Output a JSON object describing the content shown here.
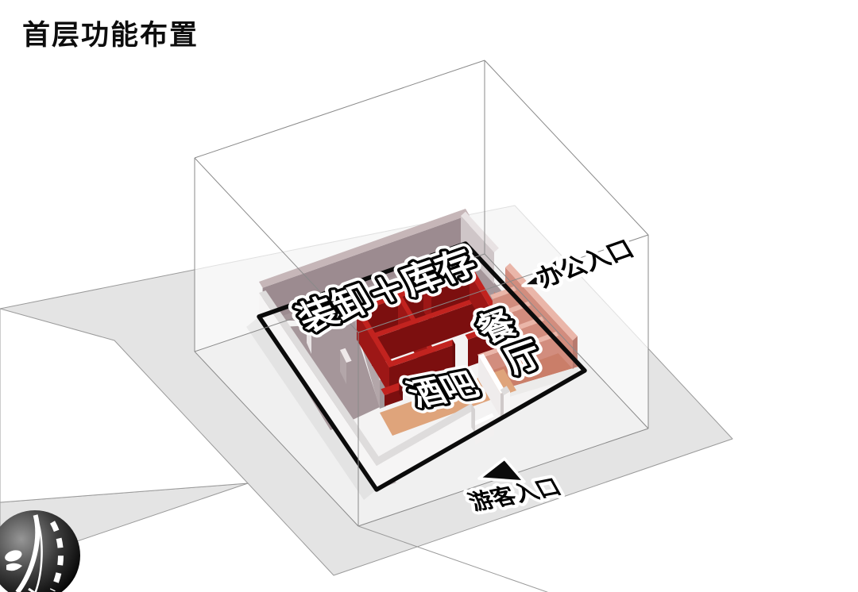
{
  "title": "首层功能布置",
  "zones": {
    "loading": {
      "label": "装卸＋库存"
    },
    "bar": {
      "label": "酒吧"
    },
    "dining": {
      "label": "餐厅"
    }
  },
  "entrances": {
    "office": {
      "label": "办公入口"
    },
    "visitor": {
      "label": "游客入口"
    }
  },
  "logo": {
    "name": "ink-sphere-logo"
  },
  "colors": {
    "site": "#e4e4e4",
    "site_line": "#9a9a9a",
    "box_veil": "rgba(255,255,255,0.45)",
    "box_line": "#8a8a8a",
    "outline": "#0b0b0b",
    "floor_white": "#f4f3f3",
    "loading_floor": "#a5969a",
    "loading_wall": "#9c8b90",
    "loading_wall_top": "#c6b6b8",
    "gray_strip": "#b7adaf",
    "ne_gray": "#cfc6c8",
    "ne_gray_top": "#e8e2e3",
    "white_wall": "#f6f5f5",
    "white_wall_top": "#dedcdc",
    "interior_wall": "#b3a6a9",
    "interior_wall_top": "#efe9ea",
    "core_top": "#c2231f",
    "core_dark": "#7c0f0f",
    "core_mid": "#9d1716",
    "core_cap": "#6a0c0c",
    "bar_floor": "#dfa47b",
    "dining_floor": "#ca7e69",
    "dining_wall": "#d28d7e",
    "dining_wall_top": "#eab6a9",
    "dining_wall_cap": "#b87a6e",
    "label_fill": "#ffffff",
    "label_stroke": "#000000",
    "halo": "#ffffff",
    "entrance_fill": "#000000",
    "arrow": "#0b0b0b"
  }
}
